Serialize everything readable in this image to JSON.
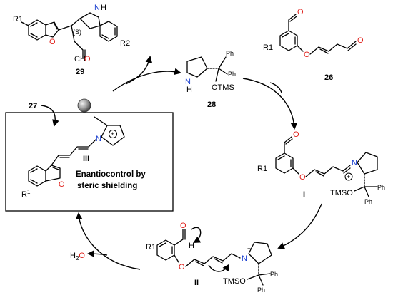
{
  "compounds": {
    "c29": {
      "label": "29",
      "stereo": "(S)",
      "r1": "R1",
      "r2": "R2",
      "indole_nh": "H",
      "aldehyde_c": "CH",
      "aldehyde_o": "O"
    },
    "c26": {
      "label": "26",
      "r1": "R1",
      "cho_o": "O"
    },
    "c28": {
      "label": "28",
      "nh": "N",
      "h": "H",
      "ph1": "Ph",
      "ph2": "Ph",
      "otms": "OTMS"
    },
    "c27": {
      "label": "27"
    },
    "intI": {
      "label": "I",
      "r1": "R1",
      "n": "N",
      "plus": "+",
      "tmso": "TMSO",
      "ph1": "Ph",
      "ph2": "Ph"
    },
    "intII": {
      "label": "II",
      "r1": "R1",
      "o1": "O",
      "o2": "O",
      "h": "H",
      "n": "N",
      "plus": "+",
      "tmso": "TMSO",
      "ph1": "Ph",
      "ph2": "Ph"
    },
    "intIII": {
      "label": "III",
      "n": "N",
      "plus": "+"
    },
    "water": {
      "h2": "H",
      "sub": "2",
      "o": "O"
    }
  },
  "box": {
    "line1": "Enantiocontrol by",
    "line2": "steric shielding"
  },
  "colors": {
    "oxygen": "#e0201b",
    "nitrogen": "#1a3fd0",
    "ink": "#000000",
    "sphere": "#8a8a8a"
  }
}
